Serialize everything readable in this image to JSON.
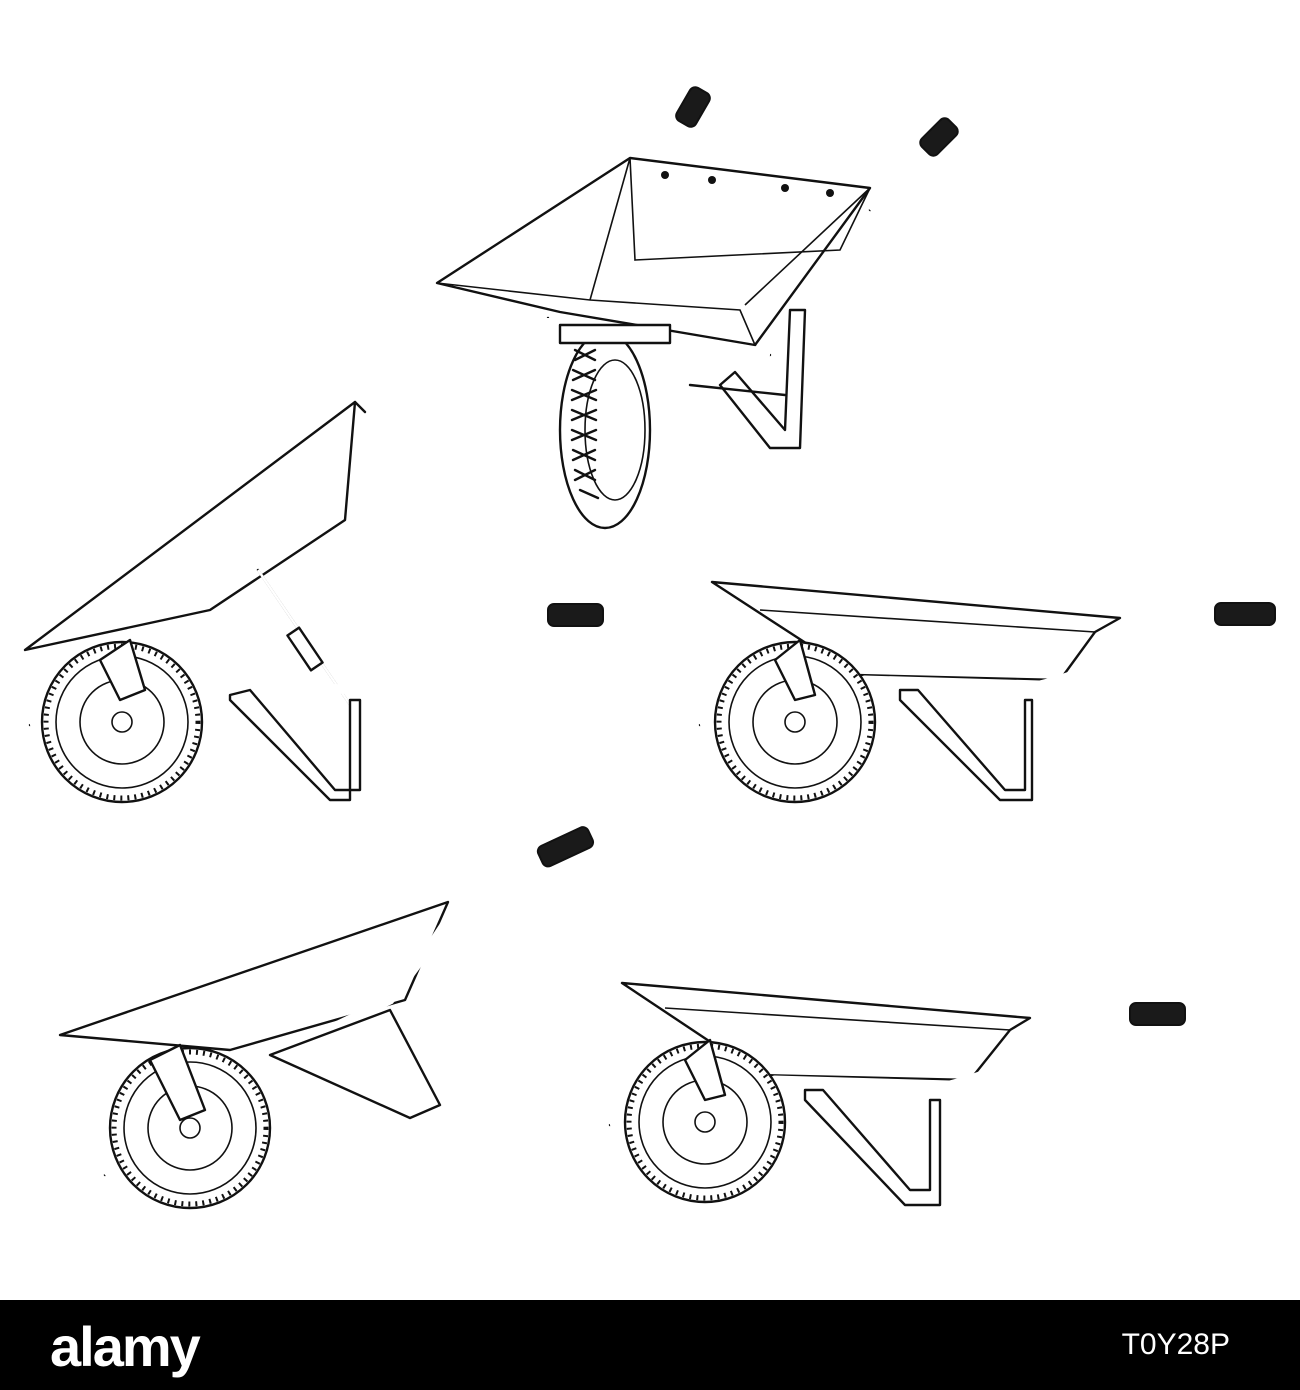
{
  "image": {
    "description_items": [
      "wheelbarrow-front-view",
      "wheelbarrow-tipped-view",
      "wheelbarrow-side-view-right",
      "wheelbarrow-raised-handles-view",
      "wheelbarrow-side-view-bottom"
    ]
  },
  "footer": {
    "brand": "alamy",
    "stock_id": "T0Y28P"
  },
  "colors": {
    "ink": "#111111",
    "background": "#ffffff",
    "footer": "#000000"
  }
}
